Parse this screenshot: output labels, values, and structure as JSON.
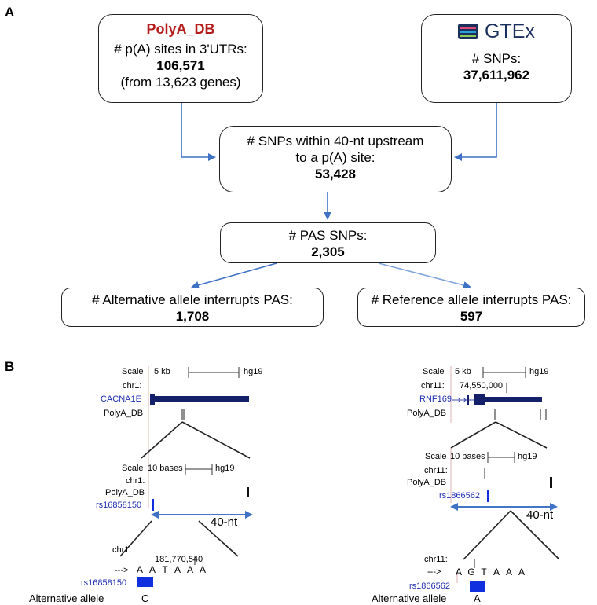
{
  "panelA": {
    "letter": "A"
  },
  "panelB": {
    "letter": "B"
  },
  "polyaBox": {
    "title": "PolyA_DB",
    "line1": "# p(A) sites in 3'UTRs:",
    "count": "106,571",
    "line3": "(from 13,623 genes)"
  },
  "gtexBox": {
    "logoText": "GTEx",
    "line1": "# SNPs:",
    "count": "37,611,962"
  },
  "upstreamBox": {
    "line1": "# SNPs within 40-nt upstream",
    "line2": "to a p(A) site:",
    "count": "53,428"
  },
  "pasBox": {
    "line1": "# PAS SNPs:",
    "count": "2,305"
  },
  "altBox": {
    "line1": "# Alternative allele interrupts  PAS:",
    "count": "1,708"
  },
  "refBox": {
    "line1": "# Reference allele interrupts  PAS:",
    "count": "597"
  },
  "colors": {
    "arrow": "#3f72c4",
    "gene": "#15206b",
    "snp": "#1030e0",
    "title": "#b51c1c"
  },
  "left": {
    "scale": "Scale",
    "scaleVal": "5 kb",
    "build": "hg19",
    "chrom": "chr1:",
    "gene": "CACNA1E",
    "polya": "PolyA_DB",
    "scale2": "Scale",
    "scaleVal2": "10 bases",
    "build2": "hg19",
    "chrom2": "chr1:",
    "polya2": "PolyA_DB",
    "snp": "rs16858150",
    "nt40": "40-nt",
    "chrom3": "chr1:",
    "coord": "181,770,540",
    "arrowText": "--->",
    "seq": [
      "A",
      "A",
      "T",
      "A",
      "A",
      "A"
    ],
    "snp2": "rs16858150",
    "altLabel": "Alternative allele",
    "altAllele": "C"
  },
  "right": {
    "scale": "Scale",
    "scaleVal": "5 kb",
    "build": "hg19",
    "chrom": "chr11:",
    "coord": "74,550,000",
    "gene": "RNF169",
    "polya": "PolyA_DB",
    "scale2": "Scale",
    "scaleVal2": "10 bases",
    "build2": "hg19",
    "chrom2": "chr11:",
    "polya2": "PolyA_DB",
    "snp": "rs1866562",
    "nt40": "40-nt",
    "chrom3": "chr11:",
    "arrowText": "--->",
    "seq": [
      "A",
      "G",
      "T",
      "A",
      "A",
      "A"
    ],
    "snp2": "rs1866562",
    "altLabel": "Alternative allele",
    "altAllele": "A"
  }
}
